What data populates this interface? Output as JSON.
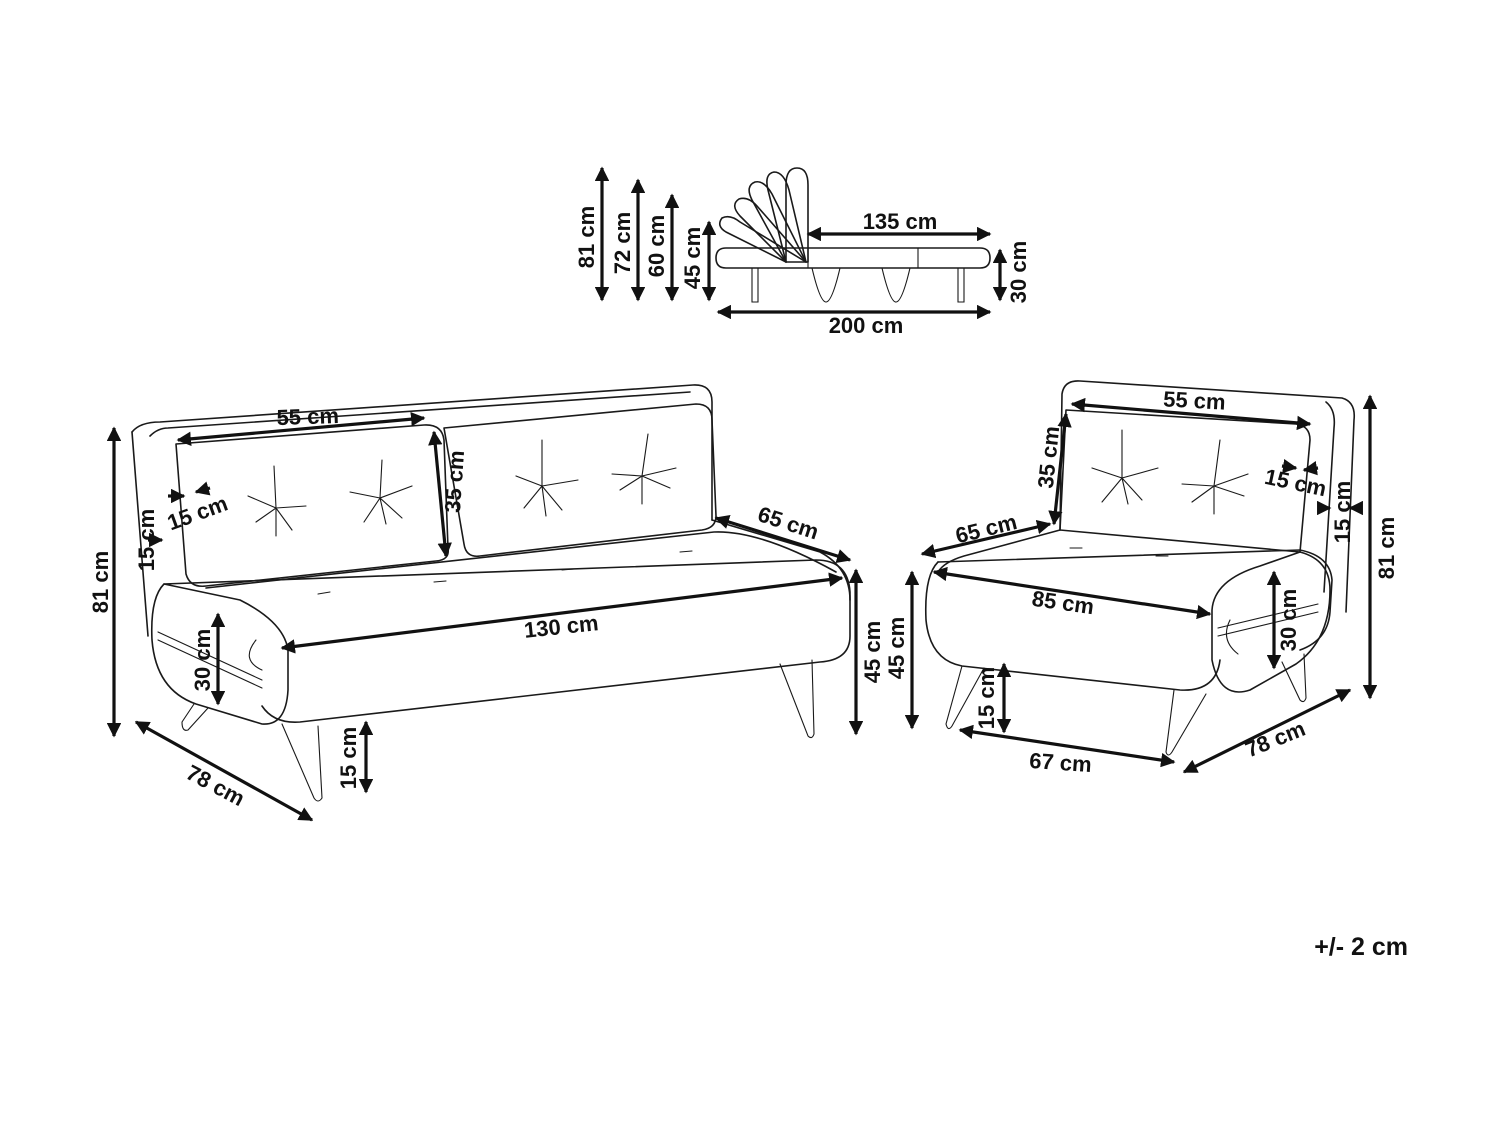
{
  "labels": {
    "side_81": "81 cm",
    "side_72": "72 cm",
    "side_60": "60 cm",
    "side_45": "45 cm",
    "side_135": "135 cm",
    "side_30": "30 cm",
    "side_200": "200 cm",
    "sofa_55": "55 cm",
    "sofa_35": "35 cm",
    "sofa_15_cushion": "15 cm",
    "sofa_15_arm": "15 cm",
    "sofa_81": "81 cm",
    "sofa_65": "65 cm",
    "sofa_130": "130 cm",
    "sofa_30": "30 cm",
    "sofa_45": "45 cm",
    "sofa_15_leg": "15 cm",
    "sofa_78": "78 cm",
    "chair_55": "55 cm",
    "chair_35": "35 cm",
    "chair_15_cushion": "15 cm",
    "chair_15_arm": "15 cm",
    "chair_81": "81 cm",
    "chair_65": "65 cm",
    "chair_85": "85 cm",
    "chair_30": "30 cm",
    "chair_45": "45 cm",
    "chair_15_leg": "15 cm",
    "chair_67": "67 cm",
    "chair_78": "78 cm"
  },
  "tolerance": "+/- 2 cm",
  "colors": {
    "line": "#1a1a1a",
    "background": "#ffffff"
  }
}
